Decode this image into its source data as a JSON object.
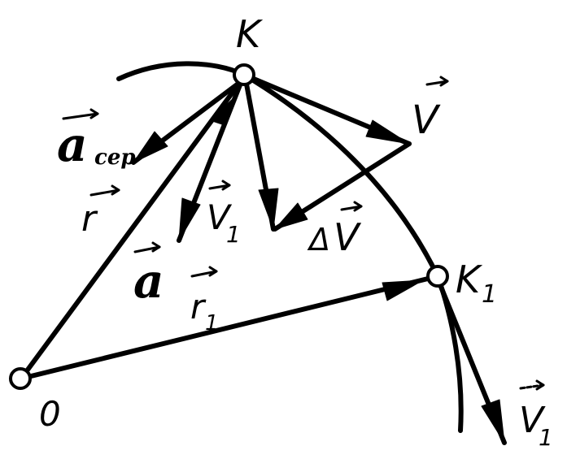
{
  "labels": {
    "point_k": "K",
    "point_k1": "K",
    "point_k1_sub": "1",
    "point_o": "0",
    "vec_v": "V",
    "vec_v1": "V",
    "vec_v1_sub": "1",
    "vec_v1b": "V",
    "vec_v1b_sub": "1",
    "vec_dv_prefix": "Δ",
    "vec_dv": "V",
    "vec_r": "r",
    "vec_r1": "r",
    "vec_r1_sub": "1",
    "vec_a": "a",
    "vec_acep": "a",
    "vec_acep_sub": "сер"
  },
  "colors": {
    "ink": "#000000",
    "background": "#ffffff"
  }
}
